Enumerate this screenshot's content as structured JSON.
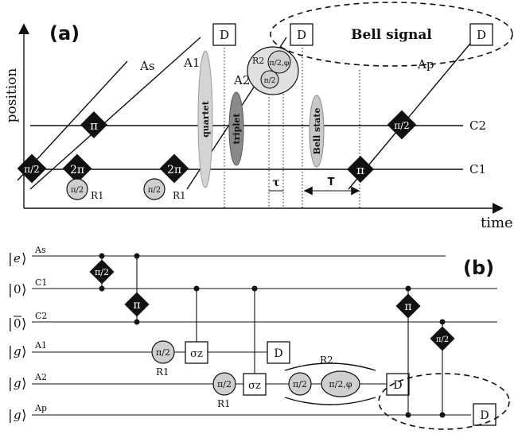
{
  "panel_a": {
    "label": "(a)",
    "axis_y": "position",
    "axis_x": "time",
    "atoms": {
      "as": "As",
      "a1": "A1",
      "a2": "A2",
      "ap": "Ap"
    },
    "cavities": {
      "c1": "C1",
      "c2": "C2"
    },
    "detector": "D",
    "pulses": {
      "pi": "π",
      "pi2": "π/2",
      "twopi": "2π",
      "pi2phi": "π/2,φ"
    },
    "r1": "R1",
    "r2": "R2",
    "ellipses": {
      "quartet": "quartet",
      "triplet": "triplet",
      "bell_state": "Bell state"
    },
    "bell_signal": "Bell signal",
    "tau": "τ",
    "T": "T"
  },
  "panel_b": {
    "label": "(b)",
    "states": {
      "e": "e",
      "zero": "0",
      "g": "g"
    },
    "wires": {
      "as": "As",
      "c1": "C1",
      "c2": "C2",
      "a1": "A1",
      "a2": "A2",
      "ap": "Ap"
    },
    "sigma_z": "σz",
    "detector": "D",
    "pi": "π",
    "pi2": "π/2",
    "pi2phi": "π/2,φ",
    "r1": "R1",
    "r2": "R2"
  }
}
